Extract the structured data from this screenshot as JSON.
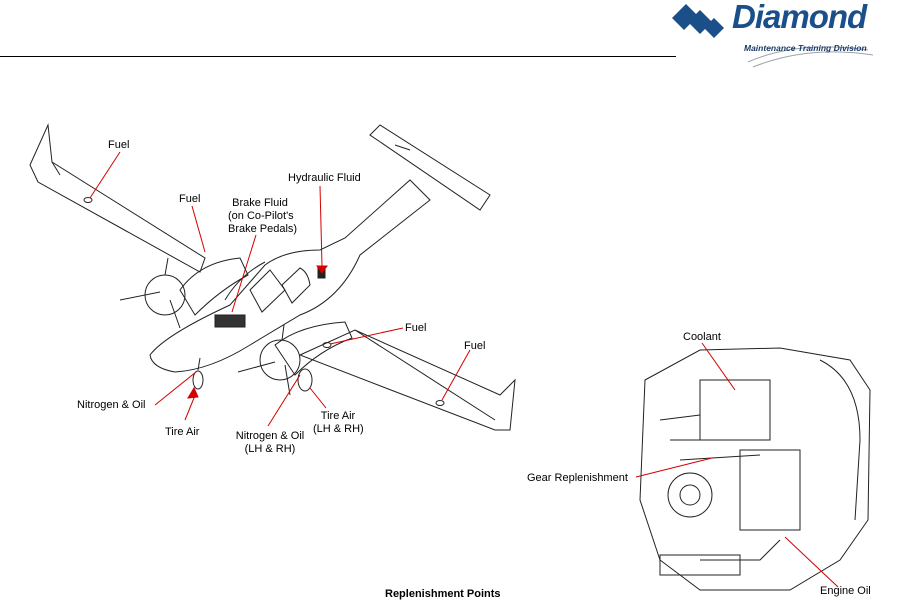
{
  "header": {
    "brand_name": "Diamond",
    "brand_subtitle": "Maintenance Training Division",
    "brand_color": "#1a4f8a"
  },
  "airplane_callouts": {
    "fuel_left_outer": "Fuel",
    "fuel_left_inner": "Fuel",
    "brake_fluid_line1": "Brake Fluid",
    "brake_fluid_line2": "(on Co-Pilot's",
    "brake_fluid_line3": "Brake Pedals)",
    "hydraulic_fluid": "Hydraulic Fluid",
    "fuel_right_inner": "Fuel",
    "fuel_right_outer": "Fuel",
    "nitrogen_oil_nose": "Nitrogen & Oil",
    "tire_air_nose": "Tire Air",
    "nitrogen_oil_main_line1": "Nitrogen & Oil",
    "nitrogen_oil_main_line2": "(LH & RH)",
    "tire_air_main_line1": "Tire Air",
    "tire_air_main_line2": "(LH & RH)"
  },
  "engine_callouts": {
    "coolant": "Coolant",
    "gear_replenishment": "Gear Replenishment",
    "engine_oil": "Engine Oil"
  },
  "caption": "Replenishment Points",
  "colors": {
    "leader": "#d40000",
    "outline": "#222222"
  }
}
